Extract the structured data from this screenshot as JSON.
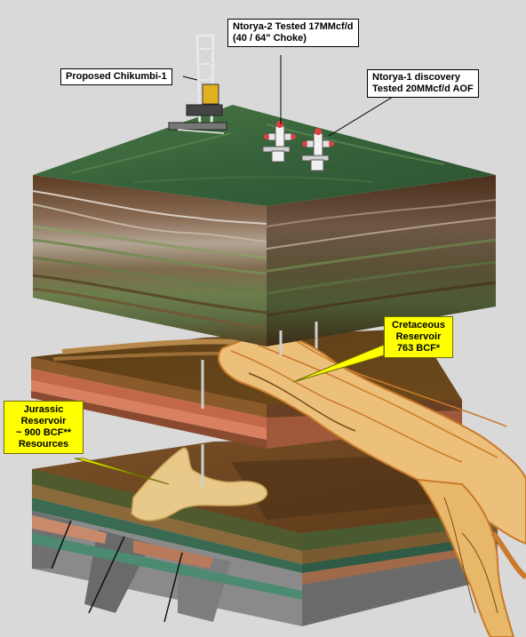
{
  "callouts": {
    "proposed_well": "Proposed Chikumbi-1",
    "ntorya2_line1": "Ntorya-2 Tested 17MMcf/d",
    "ntorya2_line2": "(40 / 64\" Choke)",
    "ntorya1_line1": "Ntorya-1 discovery",
    "ntorya1_line2": "Tested 20MMcf/d AOF",
    "cretaceous_line1": "Cretaceous",
    "cretaceous_line2": "Reservoir",
    "cretaceous_line3": "763 BCF*",
    "jurassic_line1": "Jurassic",
    "jurassic_line2": "Reservoir",
    "jurassic_line3": "~ 900 BCF**",
    "jurassic_line4": "Resources"
  },
  "colors": {
    "background": "#d9d9d9",
    "surface_green": "#3f6b3a",
    "callout_yellow": "#ffff00",
    "sand_channel": "#e8b86a",
    "sand_edge": "#c97a2a",
    "block_brown": "#6e4a2c",
    "red_layer": "#c8664a",
    "basement_grey": "#7a7a7a"
  }
}
